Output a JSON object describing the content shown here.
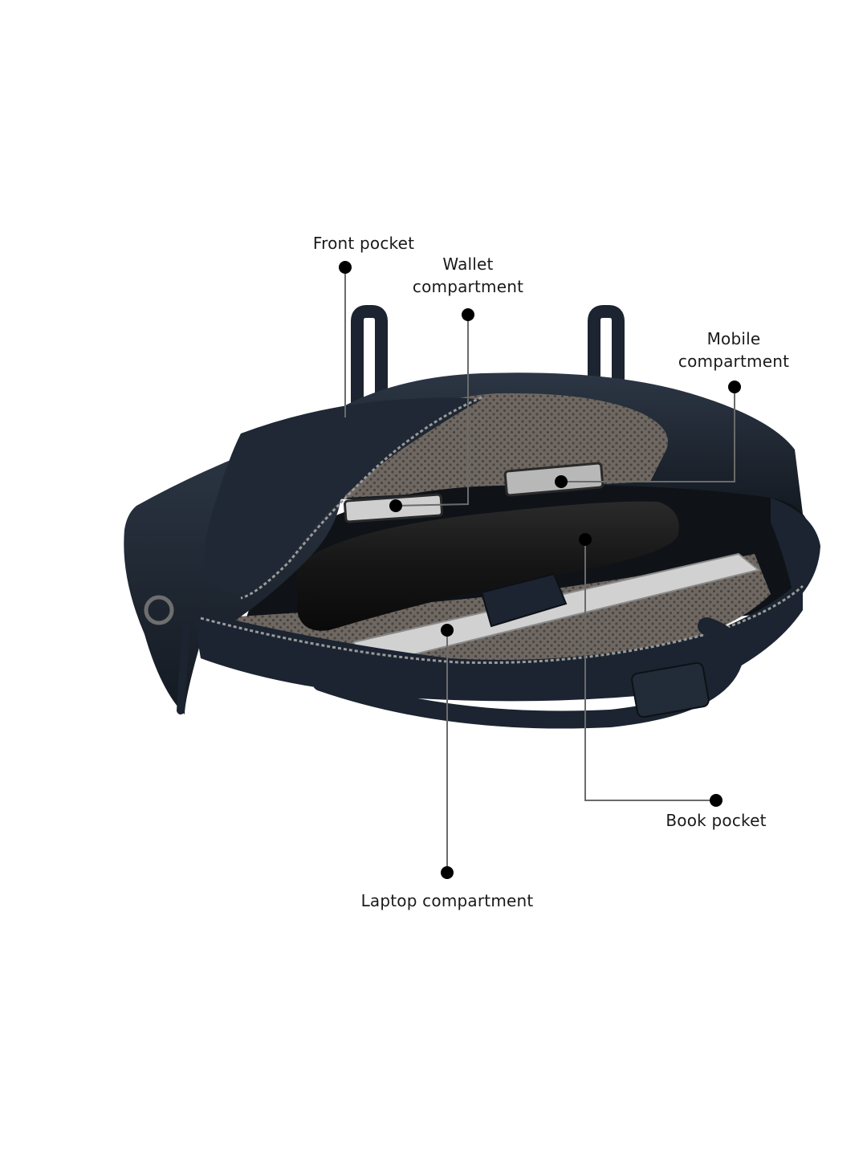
{
  "diagram": {
    "subject": "Open leather laptop bag with labeled interior compartments",
    "colors": {
      "background": "#ffffff",
      "leather": "#1b2430",
      "leather_highlight": "#3a4656",
      "lining": "#6f6862",
      "lining_dots": "#4a4440",
      "laptop": "#c9c9c9",
      "callout_line": "#6b6b6b",
      "callout_dot": "#000000",
      "text": "#1a1a1a"
    },
    "callouts": [
      {
        "id": "front-pocket",
        "lines": [
          "Front pocket"
        ]
      },
      {
        "id": "wallet-compartment",
        "lines": [
          "Wallet",
          "compartment"
        ]
      },
      {
        "id": "mobile-compartment",
        "lines": [
          "Mobile",
          "compartment"
        ]
      },
      {
        "id": "book-pocket",
        "lines": [
          "Book pocket"
        ]
      },
      {
        "id": "laptop-compartment",
        "lines": [
          "Laptop compartment"
        ]
      }
    ]
  }
}
